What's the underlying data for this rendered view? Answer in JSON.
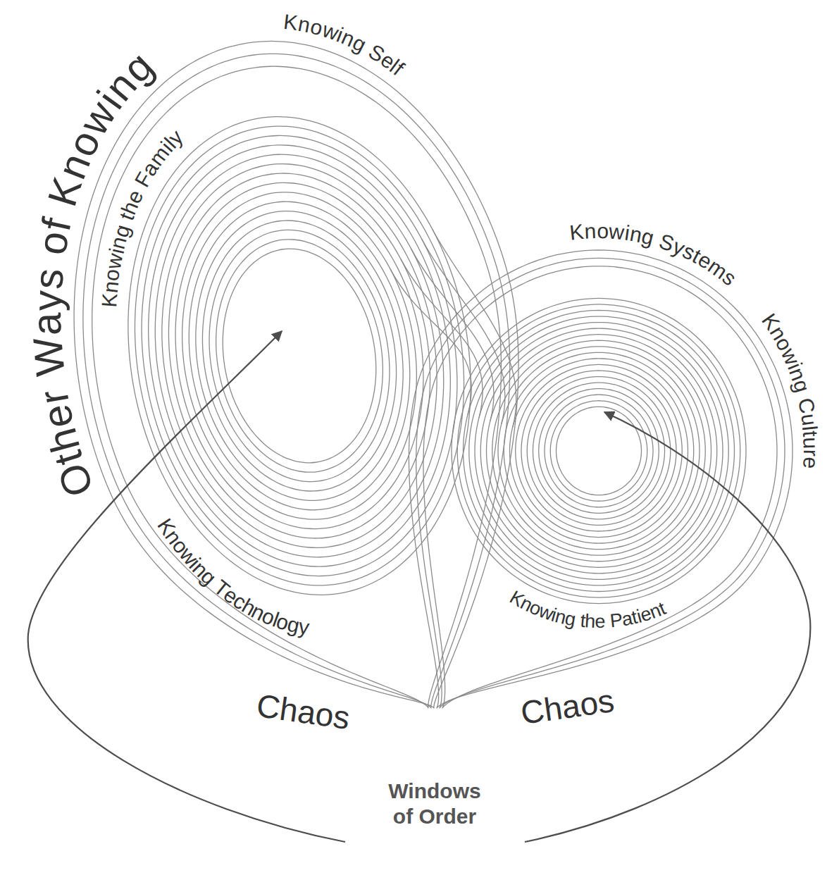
{
  "diagram": {
    "labels": [
      "Other Ways of Knowing",
      "Knowing Self",
      "Knowing the Family",
      "Knowing Systems",
      "Knowing Culture",
      "Knowing Technology",
      "Knowing the Patient",
      "Chaos",
      "Chaos",
      "Windows of Order"
    ]
  }
}
